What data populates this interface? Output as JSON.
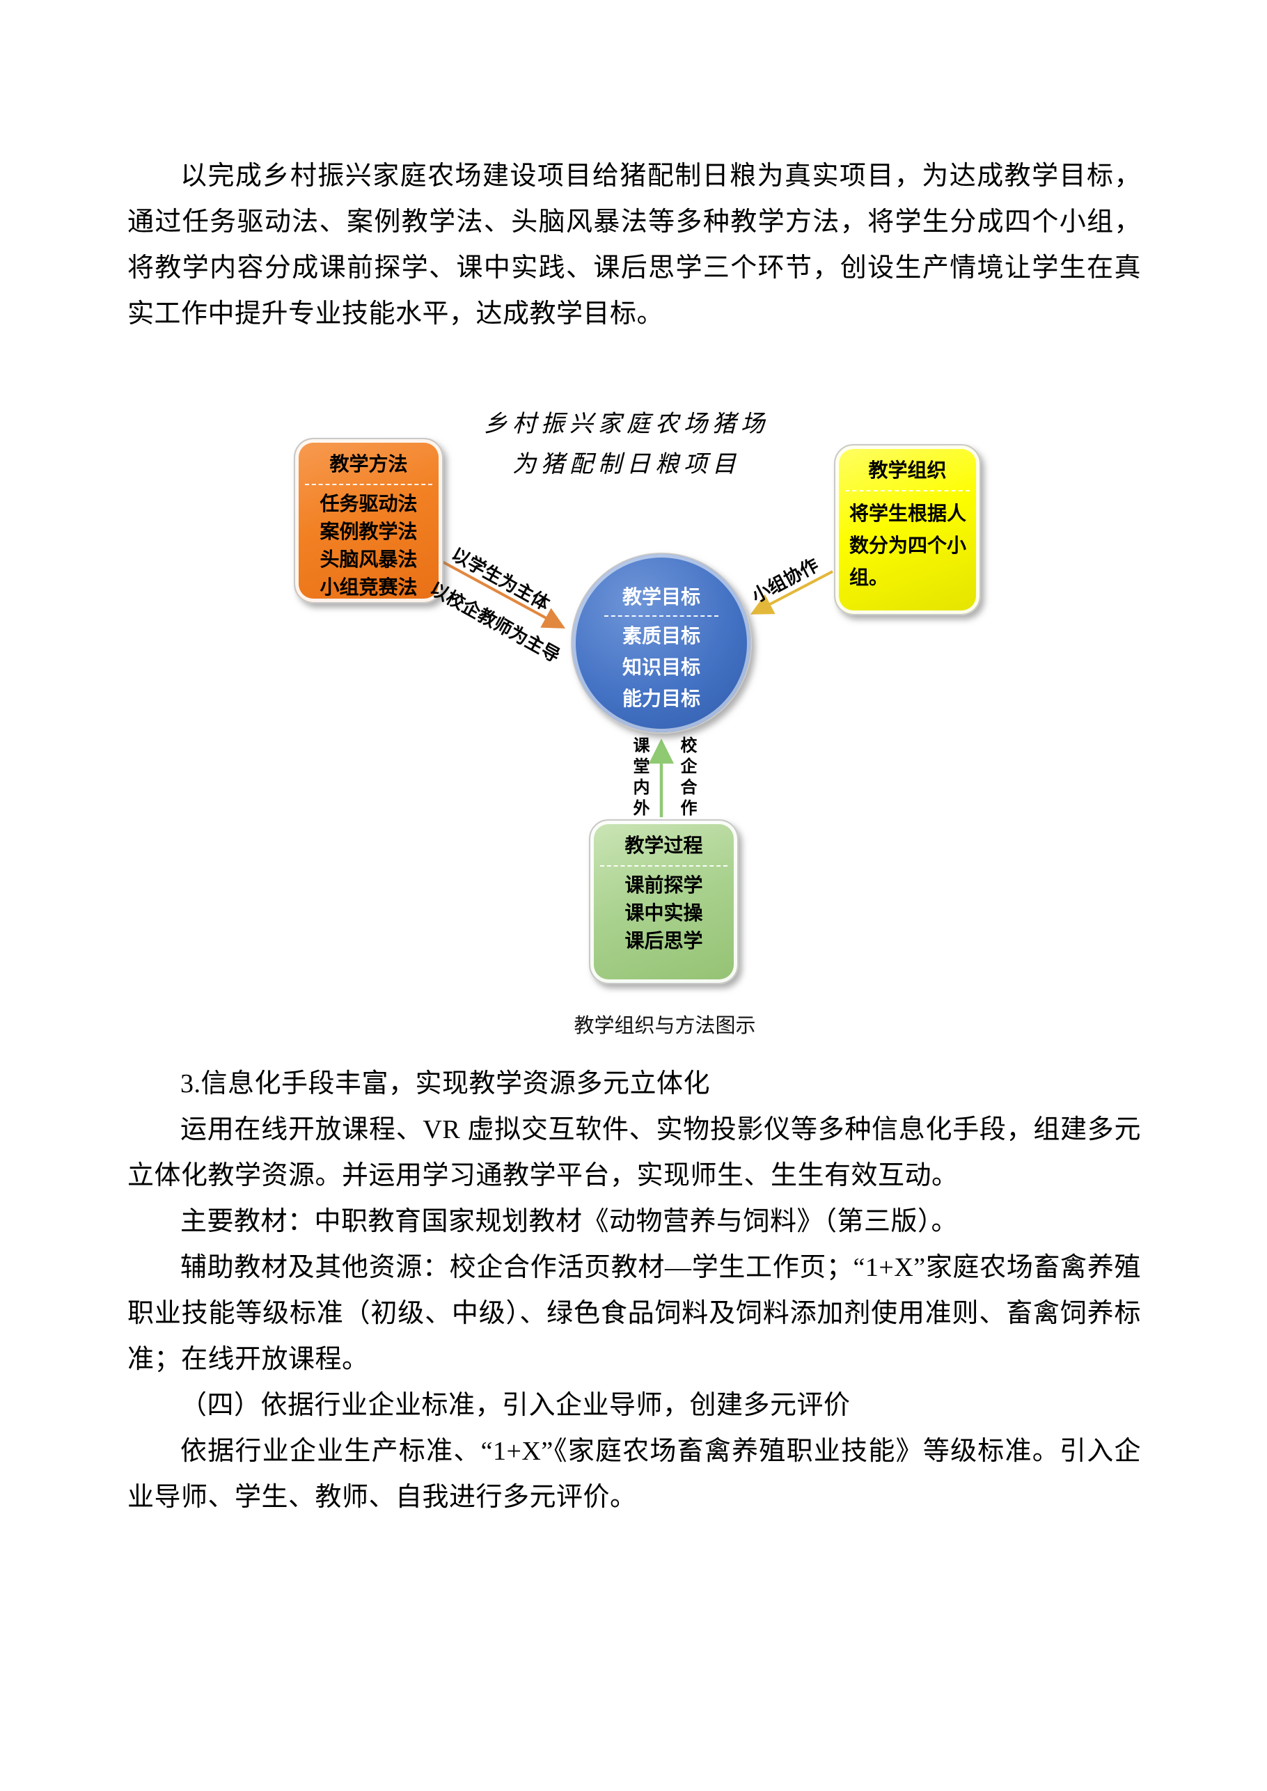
{
  "document": {
    "intro_paragraph": "以完成乡村振兴家庭农场建设项目给猪配制日粮为真实项目，为达成教学目标，通过任务驱动法、案例教学法、头脑风暴法等多种教学方法，将学生分成四个小组，将教学内容分成课前探学、课中实践、课后思学三个环节，创设生产情境让学生在真实工作中提升专业技能水平，达成教学目标。",
    "section3_heading": "3.信息化手段丰富，实现教学资源多元立体化",
    "section3_paragraph": "运用在线开放课程、VR 虚拟交互软件、实物投影仪等多种信息化手段，组建多元立体化教学资源。并运用学习通教学平台，实现师生、生生有效互动。",
    "textbook_paragraph": "主要教材：中职教育国家规划教材《动物营养与饲料》（第三版）。",
    "aux_paragraph": "辅助教材及其他资源：校企合作活页教材—学生工作页；“1+X”家庭农场畜禽养殖职业技能等级标准（初级、中级）、绿色食品饲料及饲料添加剂使用准则、畜禽饲养标准；在线开放课程。",
    "section4_heading": "（四）依据行业企业标准，引入企业导师，创建多元评价",
    "section4_paragraph": "依据行业企业生产标准、“1+X”《家庭农场畜禽养殖职业技能》等级标准。引入企业导师、学生、教师、自我进行多元评价。"
  },
  "diagram": {
    "title_line1": "乡村振兴家庭农场猪场",
    "title_line2": "为猪配制日粮项目",
    "caption": "教学组织与方法图示",
    "method_box": {
      "title": "教学方法",
      "items": [
        "任务驱动法",
        "案例教学法",
        "头脑风暴法",
        "小组竞赛法"
      ],
      "color": "#F28124"
    },
    "organization_box": {
      "title": "教学组织",
      "body": "将学生根据人数分为四个小组。",
      "color": "#FDFD00"
    },
    "goal_circle": {
      "title": "教学目标",
      "items": [
        "素质目标",
        "知识目标",
        "能力目标"
      ],
      "color": "#4472C4"
    },
    "process_box": {
      "title": "教学过程",
      "items": [
        "课前探学",
        "课中实操",
        "课后思学"
      ],
      "color": "#A9D18E"
    },
    "arrows": {
      "student_label": "以学生为主体",
      "teacher_label": "以校企教师为主导",
      "group_label": "小组协作",
      "classroom_label": "课堂内外",
      "cooperation_label": "校企合作",
      "orange_color": "#E2873E",
      "gold_color": "#E3B83A",
      "green_color": "#8FC972"
    }
  }
}
